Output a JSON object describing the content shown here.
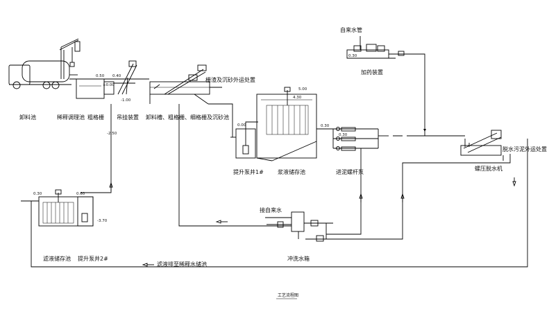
{
  "diagram": {
    "title": "工艺流程图",
    "labels": {
      "unload_pool": "卸料池",
      "dilution_pool": "稀释调理池",
      "coarse_screen": "粗格栅",
      "hoist": "吊挂装置",
      "unload_tank": "卸料槽、粗格栅、细格栅及沉砂池",
      "screenings_out": "栅渣及沉砂外运处置",
      "lift_well_1": "提升泵井1#",
      "slurry_tank": "浆液储存池",
      "screw_pump": "进泥螺杆泵",
      "tap_water_top": "自来水管",
      "dosing": "加药装置",
      "dewater_out": "脱水污泥外运处置",
      "screw_press": "螺压脱水机",
      "to_tap_water": "接自来水",
      "flush_tank": "冲洗水箱",
      "filtrate_tank": "滤液储存池",
      "lift_well_2": "提升泵井2#",
      "filtrate_return": "滤液排至稀释水储池"
    },
    "levels": {
      "l_050": "0.50",
      "l_040": "0.40",
      "l_000": "±0.00",
      "l_m100": "-1.00",
      "l_m250": "-2.50",
      "l_500": "5.00",
      "l_430": "4.30",
      "l_000b": "0.00",
      "l_030a": "0.30",
      "l_030b": "0.30",
      "l_030c": "0.30",
      "l_060": "0.60",
      "l_m370": "-3.70",
      "l_030d": "0.30"
    }
  }
}
